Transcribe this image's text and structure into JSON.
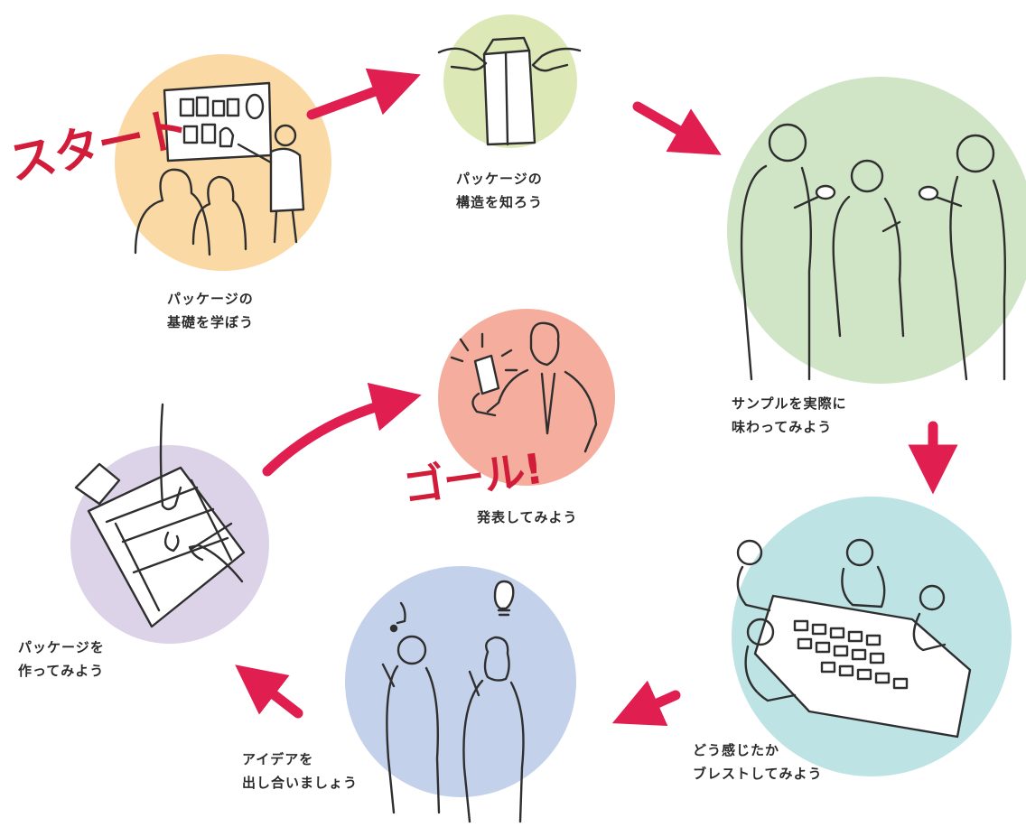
{
  "colors": {
    "start_circle": "#fbd9a4",
    "structure_circle": "#dce9b7",
    "taste_circle": "#cfe5c6",
    "brainstorm_circle": "#bde3e4",
    "ideas_circle": "#c3d1ea",
    "make_circle": "#ddd3e8",
    "goal_circle": "#f5ad9e",
    "arrow": "#e01e4f",
    "label_red": "#d21d3a",
    "line": "#2f2f2f"
  },
  "labels": {
    "start": "スタート",
    "goal": "ゴール!"
  },
  "steps": [
    {
      "id": "basics",
      "icon": "presenter-illustration",
      "lines": [
        "パッケージの",
        "基礎を学ぼう"
      ]
    },
    {
      "id": "structure",
      "icon": "carton-box-illustration",
      "lines": [
        "パッケージの",
        "構造を知ろう"
      ]
    },
    {
      "id": "taste",
      "icon": "tasting-people-illustration",
      "lines": [
        "サンプルを実際に",
        "味わってみよう"
      ]
    },
    {
      "id": "brainstorm",
      "icon": "brainstorm-table-illustration",
      "lines": [
        "どう感じたか",
        "ブレストしてみよう"
      ]
    },
    {
      "id": "ideas",
      "icon": "idea-people-illustration",
      "lines": [
        "アイデアを",
        "出し合いましょう"
      ]
    },
    {
      "id": "make",
      "icon": "drawing-package-illustration",
      "lines": [
        "パッケージを",
        "作ってみよう"
      ]
    },
    {
      "id": "present",
      "icon": "presenting-package-illustration",
      "lines": [
        "発表してみよう"
      ]
    }
  ]
}
